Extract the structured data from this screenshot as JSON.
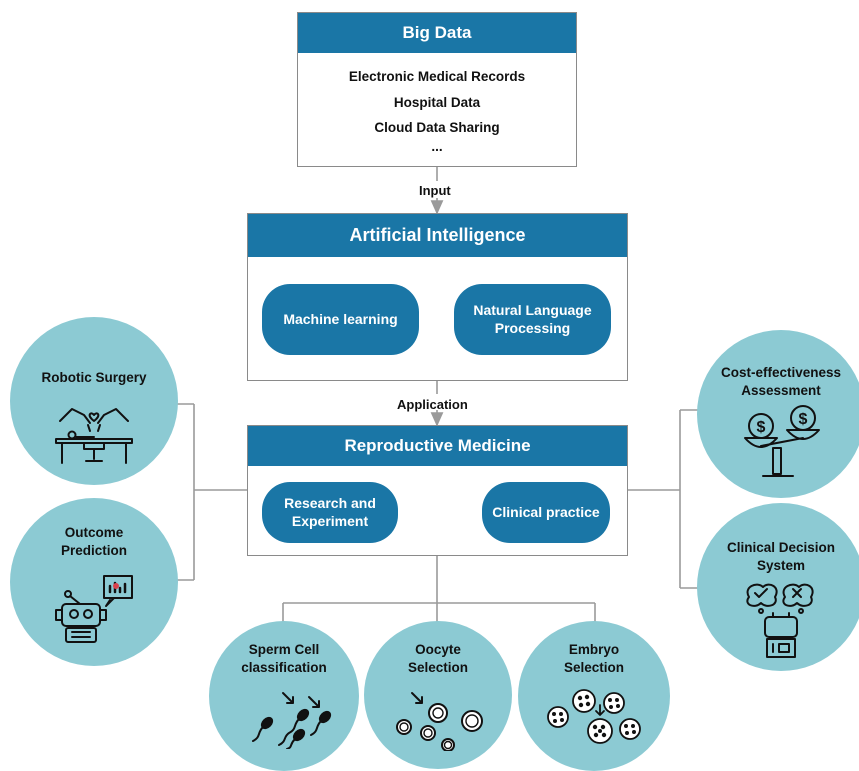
{
  "big_data": {
    "title": "Big Data",
    "items": [
      "Electronic Medical Records",
      "Hospital Data",
      "Cloud Data Sharing",
      "..."
    ]
  },
  "labels": {
    "input": "Input",
    "application": "Application"
  },
  "ai": {
    "title": "Artificial Intelligence",
    "methods": [
      "Machine learning",
      "Natural Language Processing"
    ]
  },
  "repro": {
    "title": "Reproductive Medicine",
    "stages": [
      "Research and Experiment",
      "Clinical practice"
    ]
  },
  "applications": {
    "robotic_surgery": "Robotic Surgery",
    "outcome_prediction": "Outcome Prediction",
    "cost_effectiveness": "Cost-effectiveness Assessment",
    "clinical_decision": "Clinical Decision System",
    "sperm": "Sperm Cell classification",
    "oocyte": "Oocyte Selection",
    "embryo": "Embryo Selection"
  },
  "colors": {
    "header_blue": "#1a76a6",
    "circle_teal": "#8ccad3",
    "line_gray": "#9a9a9a"
  }
}
